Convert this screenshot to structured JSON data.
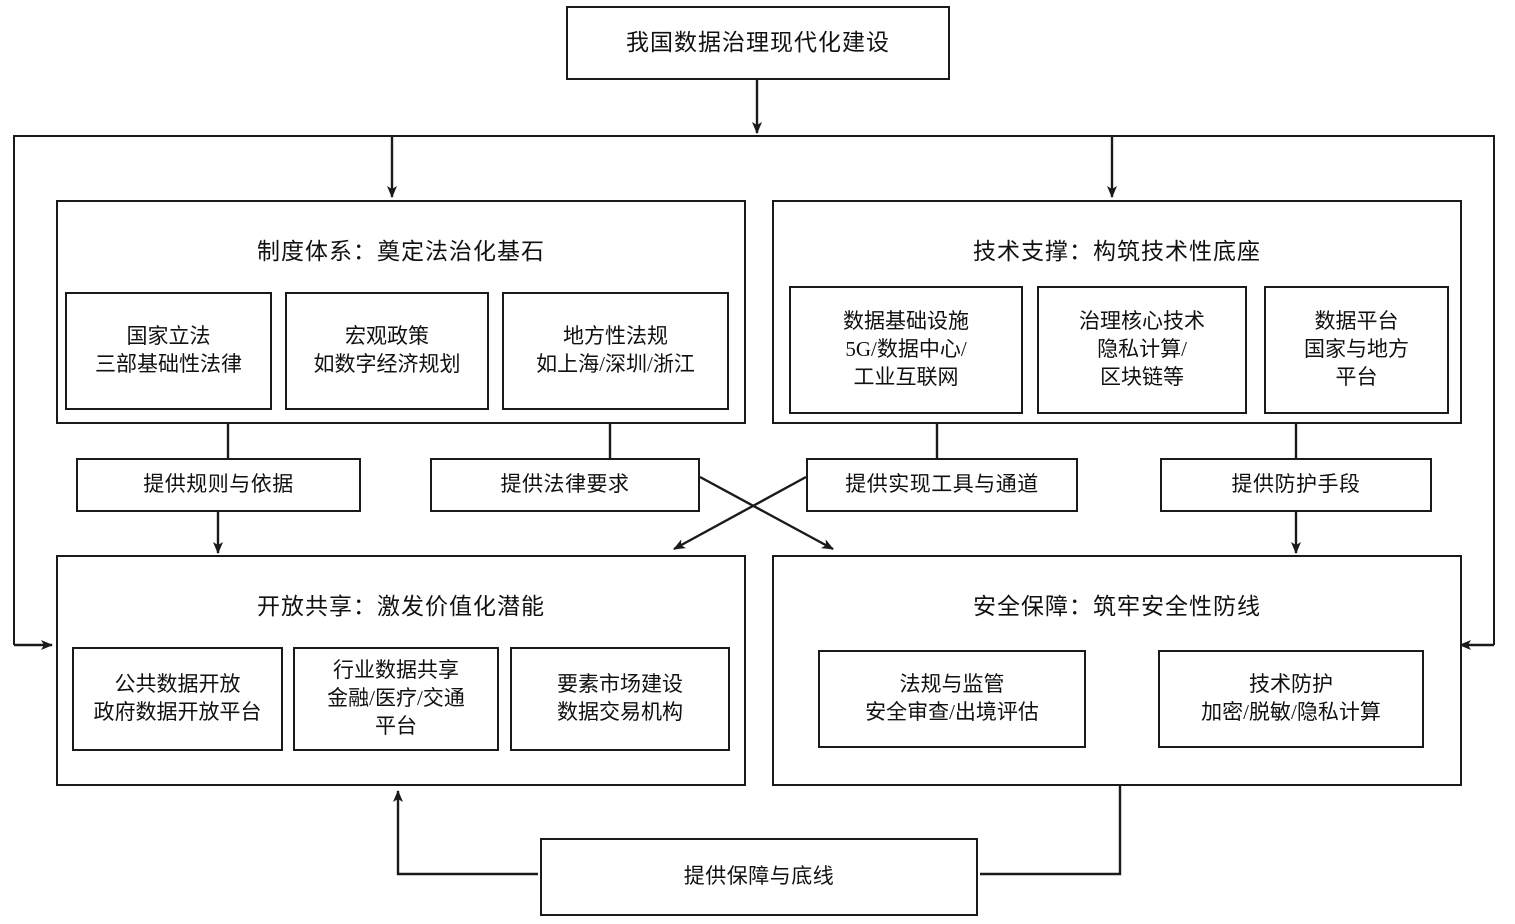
{
  "diagram": {
    "title": "我国数据治理现代化建设",
    "root": {
      "label": "我国数据治理现代化建设"
    },
    "groups": [
      {
        "id": "institution",
        "title": "制度体系：奠定法治化基石",
        "items": [
          {
            "label": "国家立法\n三部基础性法律"
          },
          {
            "label": "宏观政策\n如数字经济规划"
          },
          {
            "label": "地方性法规\n如上海/深圳/浙江"
          }
        ]
      },
      {
        "id": "technology",
        "title": "技术支撑：构筑技术性底座",
        "items": [
          {
            "label": "数据基础设施\n5G/数据中心/\n工业互联网"
          },
          {
            "label": "治理核心技术\n隐私计算/\n区块链等"
          },
          {
            "label": "数据平台\n国家与地方\n平台"
          }
        ]
      },
      {
        "id": "open-sharing",
        "title": "开放共享：激发价值化潜能",
        "items": [
          {
            "label": "公共数据开放\n政府数据开放平台"
          },
          {
            "label": "行业数据共享\n金融/医疗/交通\n平台"
          },
          {
            "label": "要素市场建设\n数据交易机构"
          }
        ]
      },
      {
        "id": "security",
        "title": "安全保障：筑牢安全性防线",
        "items": [
          {
            "label": "法规与监管\n安全审查/出境评估"
          },
          {
            "label": "技术防护\n加密/脱敏/隐私计算"
          }
        ]
      }
    ],
    "connectors": [
      {
        "id": "rules",
        "label": "提供规则与依据"
      },
      {
        "id": "legal",
        "label": "提供法律要求"
      },
      {
        "id": "tools",
        "label": "提供实现工具与通道"
      },
      {
        "id": "guard",
        "label": "提供防护手段"
      },
      {
        "id": "assurance",
        "label": "提供保障与底线"
      }
    ]
  },
  "colors": {
    "line": "#1a1a1a",
    "text": "#111111",
    "background": "#ffffff"
  }
}
